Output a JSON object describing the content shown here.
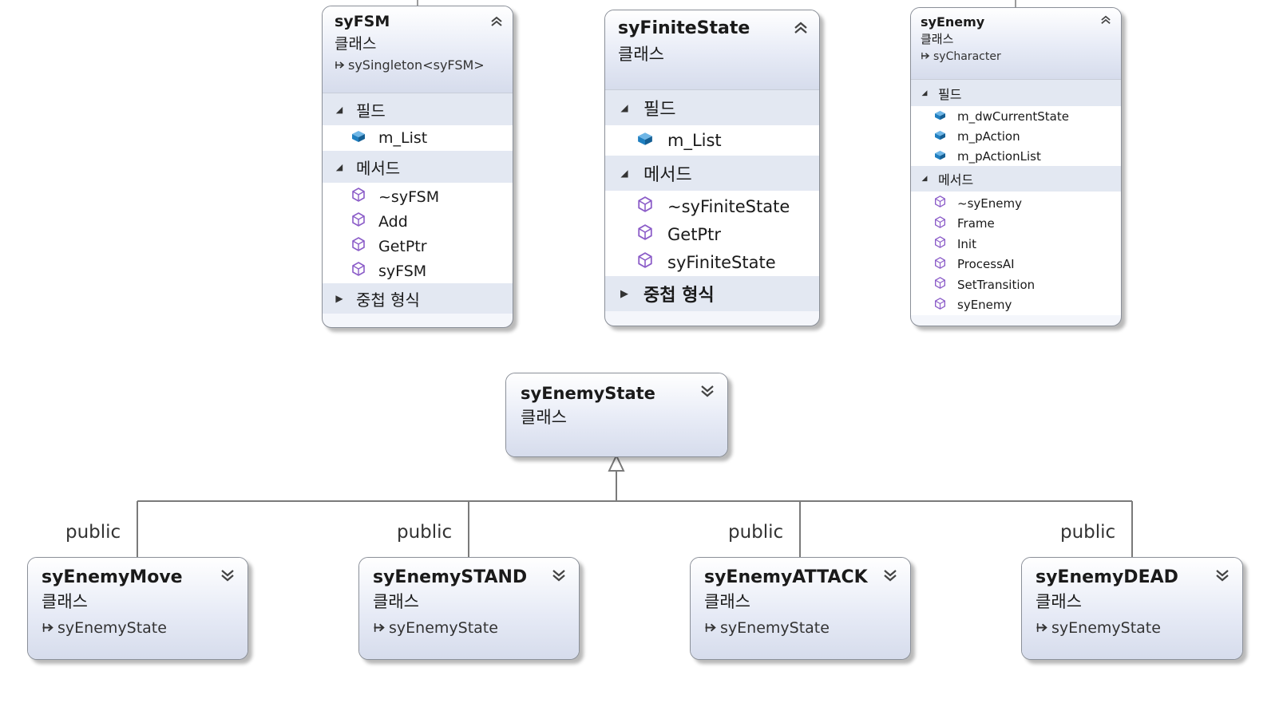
{
  "classes": {
    "syFSM": {
      "name": "syFSM",
      "kind": "클래스",
      "base": "sySingleton<syFSM>",
      "sections": {
        "fields": {
          "label": "필드",
          "items": [
            "m_List"
          ]
        },
        "methods": {
          "label": "메서드",
          "items": [
            "~syFSM",
            "Add",
            "GetPtr",
            "syFSM"
          ]
        },
        "nested": {
          "label": "중첩 형식"
        }
      }
    },
    "syFiniteState": {
      "name": "syFiniteState",
      "kind": "클래스",
      "sections": {
        "fields": {
          "label": "필드",
          "items": [
            "m_List"
          ]
        },
        "methods": {
          "label": "메서드",
          "items": [
            "~syFiniteState",
            "GetPtr",
            "syFiniteState"
          ]
        },
        "nested": {
          "label": "중첩 형식"
        }
      }
    },
    "syEnemy": {
      "name": "syEnemy",
      "kind": "클래스",
      "base": "syCharacter",
      "sections": {
        "fields": {
          "label": "필드",
          "items": [
            "m_dwCurrentState",
            "m_pAction",
            "m_pActionList"
          ]
        },
        "methods": {
          "label": "메서드",
          "items": [
            "~syEnemy",
            "Frame",
            "Init",
            "ProcessAI",
            "SetTransition",
            "syEnemy"
          ]
        }
      }
    },
    "syEnemyState": {
      "name": "syEnemyState",
      "kind": "클래스"
    },
    "syEnemyMove": {
      "name": "syEnemyMove",
      "kind": "클래스",
      "base": "syEnemyState",
      "access": "public"
    },
    "syEnemySTAND": {
      "name": "syEnemySTAND",
      "kind": "클래스",
      "base": "syEnemyState",
      "access": "public"
    },
    "syEnemyATTACK": {
      "name": "syEnemyATTACK",
      "kind": "클래스",
      "base": "syEnemyState",
      "access": "public"
    },
    "syEnemyDEAD": {
      "name": "syEnemyDEAD",
      "kind": "클래스",
      "base": "syEnemyState",
      "access": "public"
    }
  },
  "icons": {
    "collapse": "chevron-double-up-icon",
    "expand": "chevron-double-down-icon",
    "field": "field-icon",
    "method": "method-icon",
    "inherits": "inherits-arrow-icon"
  },
  "colors": {
    "field_icon": "#1f7fc0",
    "method_icon": "#8b5cc8",
    "line": "#7a7a7a"
  }
}
